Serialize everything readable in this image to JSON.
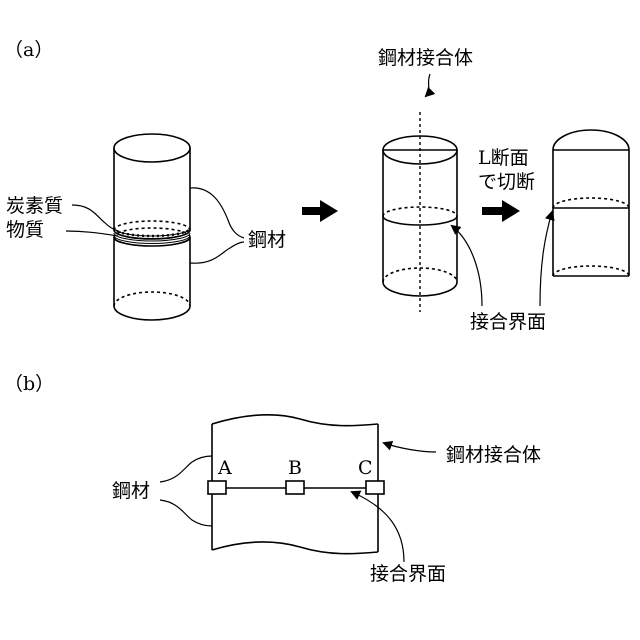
{
  "panel_a": {
    "label": "（a）",
    "carbon_material_line1": "炭素質",
    "carbon_material_line2": "物質",
    "steel": "鋼材",
    "joined_body": "鋼材接合体",
    "cut_line1": "L断面",
    "cut_line2": "で切断",
    "interface": "接合界面"
  },
  "panel_b": {
    "label": "（b）",
    "steel": "鋼材",
    "joined_body": "鋼材接合体",
    "interface": "接合界面",
    "point_a": "A",
    "point_b": "B",
    "point_c": "C"
  }
}
